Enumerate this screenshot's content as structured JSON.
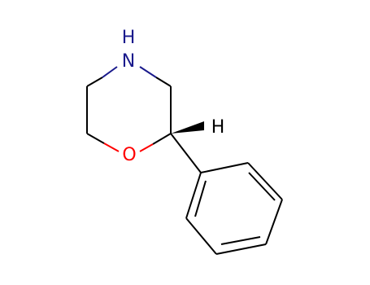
{
  "molecule": {
    "atoms": {
      "nitrogen": {
        "symbol": "N",
        "hydrogen": "H",
        "color": "#1a1a8c"
      },
      "oxygen": {
        "symbol": "O",
        "color": "#ff0000"
      },
      "stereo_hydrogen": {
        "symbol": "H",
        "color": "#000000"
      }
    },
    "bond_color": "#000000"
  }
}
